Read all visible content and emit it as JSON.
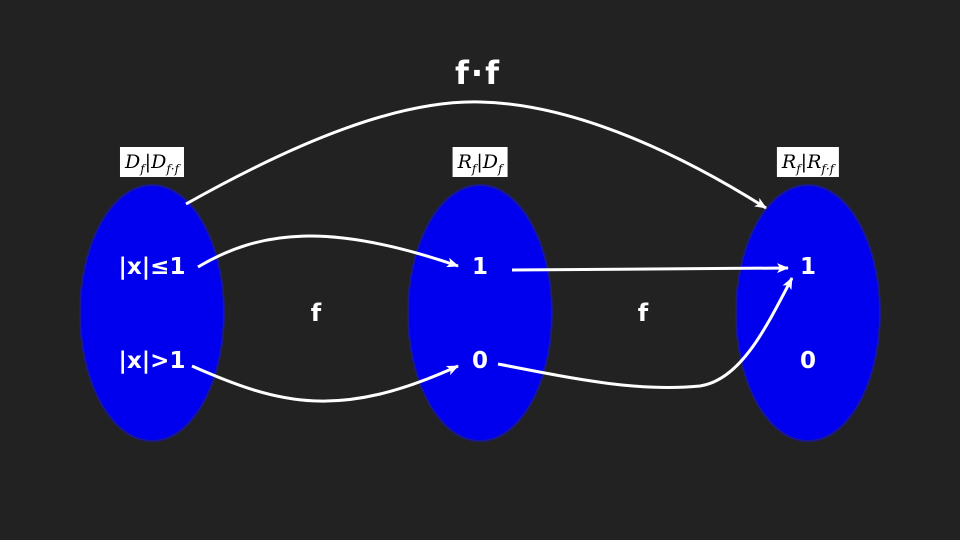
{
  "colors": {
    "background": "#222222",
    "set_fill": "#0000ee",
    "set_stroke": "#1a1a8c",
    "arrow": "#ffffff",
    "text": "#ffffff"
  },
  "composition_label": "f·f",
  "sets": {
    "domain": {
      "label_main": "D",
      "label_main_sub": "f",
      "label_sep": "|",
      "label_second": "D",
      "label_second_sub": "f·f",
      "items": [
        "|x|≤1",
        "|x|>1"
      ]
    },
    "middle": {
      "label_main": "R",
      "label_main_sub": "f",
      "label_sep": "|",
      "label_second": "D",
      "label_second_sub": "f",
      "items": [
        "1",
        "0"
      ]
    },
    "range": {
      "label_main": "R",
      "label_main_sub": "f",
      "label_sep": "|",
      "label_second": "R",
      "label_second_sub": "f·f",
      "items": [
        "1",
        "0"
      ]
    }
  },
  "mapping_labels": {
    "first": "f",
    "second": "f"
  },
  "icons": {
    "arrowhead": "arrowhead-icon"
  }
}
